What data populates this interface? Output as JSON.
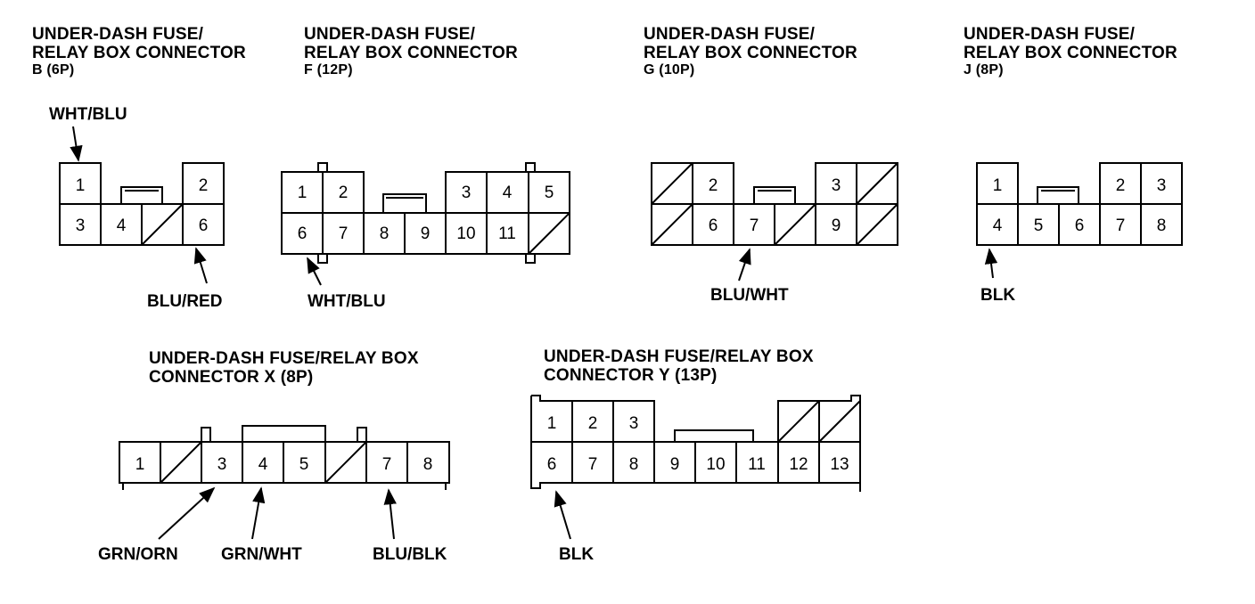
{
  "connectors": {
    "b": {
      "title_line1": "UNDER-DASH FUSE/",
      "title_line2": "RELAY BOX CONNECTOR",
      "title_line3": "B (6P)",
      "pins": [
        "1",
        "2",
        "3",
        "4",
        "6"
      ],
      "wires": [
        "WHT/BLU",
        "BLU/RED"
      ]
    },
    "f": {
      "title_line1": "UNDER-DASH FUSE/",
      "title_line2": "RELAY BOX CONNECTOR",
      "title_line3": "F (12P)",
      "pins": [
        "1",
        "2",
        "3",
        "4",
        "5",
        "6",
        "7",
        "8",
        "9",
        "10",
        "11"
      ],
      "wires": [
        "WHT/BLU"
      ]
    },
    "g": {
      "title_line1": "UNDER-DASH FUSE/",
      "title_line2": "RELAY BOX CONNECTOR",
      "title_line3": "G (10P)",
      "pins": [
        "2",
        "3",
        "6",
        "7",
        "9"
      ],
      "wires": [
        "BLU/WHT"
      ]
    },
    "j": {
      "title_line1": "UNDER-DASH FUSE/",
      "title_line2": "RELAY BOX CONNECTOR",
      "title_line3": "J (8P)",
      "pins": [
        "1",
        "2",
        "3",
        "4",
        "5",
        "6",
        "7",
        "8"
      ],
      "wires": [
        "BLK"
      ]
    },
    "x": {
      "title_line1": "UNDER-DASH FUSE/RELAY BOX",
      "title_line2": "CONNECTOR X (8P)",
      "pins": [
        "1",
        "3",
        "4",
        "5",
        "7",
        "8"
      ],
      "wires": [
        "GRN/ORN",
        "GRN/WHT",
        "BLU/BLK"
      ]
    },
    "y": {
      "title_line1": "UNDER-DASH FUSE/RELAY BOX",
      "title_line2": "CONNECTOR Y (13P)",
      "pins": [
        "1",
        "2",
        "3",
        "6",
        "7",
        "8",
        "9",
        "10",
        "11",
        "12",
        "13"
      ],
      "wires": [
        "BLK"
      ]
    }
  }
}
